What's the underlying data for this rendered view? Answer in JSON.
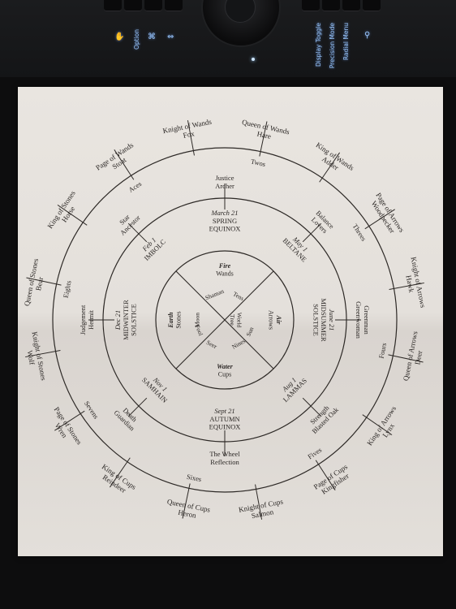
{
  "device": {
    "labels": [
      "Option",
      "Precision Mode",
      "Display Toggle",
      "Radial Menu"
    ],
    "icons": [
      "hand-icon",
      "command-icon",
      "arrows-icon",
      "person-icon"
    ]
  },
  "wheel": {
    "outer_labels": [
      {
        "a": -90,
        "l1": "Knight of Wands",
        "l2": "Fox"
      },
      {
        "a": -67,
        "l1": "Queen of Wands",
        "l2": "Hare"
      },
      {
        "a": -45,
        "l1": "King of Wands",
        "l2": "Adder"
      },
      {
        "a": -22,
        "l1": "Page of Arrows",
        "l2": "Woodpecker"
      },
      {
        "a": 0,
        "l1": "Knight of Arrows",
        "l2": "Hawk"
      },
      {
        "a": 22,
        "l1": "Queen of Arrows",
        "l2": "Deer"
      },
      {
        "a": 45,
        "l1": "King of Arrows",
        "l2": "Lynx"
      },
      {
        "a": 67,
        "l1": "Page of Cups",
        "l2": "Kingfisher"
      },
      {
        "a": 90,
        "l1": "Knight of Cups",
        "l2": "Salmon"
      },
      {
        "a": 112,
        "l1": "Queen of Cups",
        "l2": "Heron"
      },
      {
        "a": 135,
        "l1": "King of Cups",
        "l2": "Reindeer"
      },
      {
        "a": 157,
        "l1": "Page of Stones",
        "l2": "Wren"
      },
      {
        "a": 180,
        "l1": "Knight of Stones",
        "l2": "Wolf"
      },
      {
        "a": 202,
        "l1": "Queen of Stones",
        "l2": "Bear"
      },
      {
        "a": 225,
        "l1": "King of Stones",
        "l2": "Horse"
      },
      {
        "a": 247,
        "l1": "Page of Wands",
        "l2": "Stoat"
      }
    ],
    "numbers": [
      {
        "a": -78,
        "t": "Twos"
      },
      {
        "a": -33,
        "t": "Threes"
      },
      {
        "a": 11,
        "t": "Fours"
      },
      {
        "a": 56,
        "t": "Fives"
      },
      {
        "a": 101,
        "t": "Sixes"
      },
      {
        "a": 146,
        "t": "Sevens"
      },
      {
        "a": 191,
        "t": "Eights"
      },
      {
        "a": 236,
        "t": "Aces"
      }
    ],
    "trumps": [
      {
        "a": -90,
        "l1": "Justice",
        "l2": "Archer"
      },
      {
        "a": -45,
        "l1": "Balance",
        "l2": "Lovers"
      },
      {
        "a": 0,
        "l1": "Greenman",
        "l2": "Greenwoman"
      },
      {
        "a": 45,
        "l1": "Strength",
        "l2": "Blasted Oak"
      },
      {
        "a": 90,
        "l1": "The Wheel",
        "l2": "Reflection"
      },
      {
        "a": 135,
        "l1": "Death",
        "l2": "Guardian"
      },
      {
        "a": 180,
        "l1": "Judgement",
        "l2": "Hermit"
      },
      {
        "a": 225,
        "l1": "Star",
        "l2": "Ancestor"
      }
    ],
    "festivals": [
      {
        "a": -90,
        "date": "March 21",
        "l1": "SPRING",
        "l2": "EQUINOX"
      },
      {
        "a": -45,
        "date": "May 1",
        "l1": "BELTANE",
        "l2": ""
      },
      {
        "a": 0,
        "date": "June 21",
        "l1": "MIDSUMMER",
        "l2": "SOLSTICE"
      },
      {
        "a": 45,
        "date": "Aug 1",
        "l1": "LAMMAS",
        "l2": ""
      },
      {
        "a": 90,
        "date": "Sept 21",
        "l1": "AUTUMN",
        "l2": "EQUINOX"
      },
      {
        "a": 135,
        "date": "Nov 1",
        "l1": "SAMHAIN",
        "l2": ""
      },
      {
        "a": 180,
        "date": "Dec 21",
        "l1": "MIDWINTER",
        "l2": "SOLSTICE"
      },
      {
        "a": 225,
        "date": "Feb 1",
        "l1": "IMBOLC",
        "l2": ""
      }
    ],
    "elements": [
      {
        "a": -90,
        "l1": "Fire",
        "l2": "Wands"
      },
      {
        "a": 0,
        "l1": "Air",
        "l2": "Arrows"
      },
      {
        "a": 90,
        "l1": "Water",
        "l2": "Cups"
      },
      {
        "a": 180,
        "l1": "Earth",
        "l2": "Stones"
      }
    ],
    "inner": [
      {
        "a": -60,
        "t": "Tens"
      },
      {
        "a": -112,
        "t": "Shaman"
      },
      {
        "a": 25,
        "t": "Sun"
      },
      {
        "a": 60,
        "t": "Nines"
      },
      {
        "a": 118,
        "t": "Seer"
      },
      {
        "a": 180,
        "t": "Moon"
      },
      {
        "a": 158,
        "t": "Fool"
      }
    ],
    "center": {
      "l1": "World",
      "l2": "Tree"
    }
  }
}
